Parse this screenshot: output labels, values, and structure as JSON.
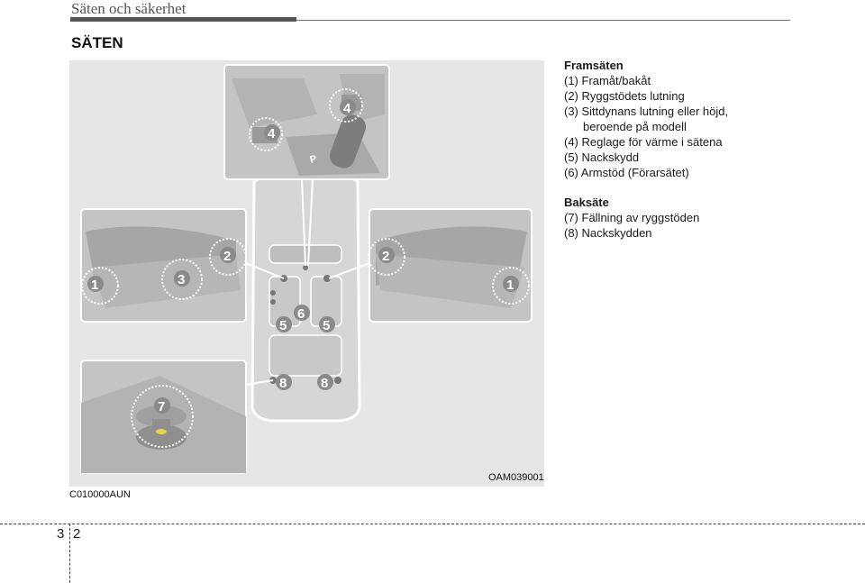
{
  "header": {
    "chapter_title": "Säten och säkerhet"
  },
  "section": {
    "title": "SÄTEN"
  },
  "illustration": {
    "code": "OAM039001",
    "callouts": [
      "1",
      "2",
      "3",
      "4",
      "5",
      "6",
      "7",
      "8"
    ],
    "gear_letter": "P"
  },
  "doc_code": "C010000AUN",
  "front_seats": {
    "heading": "Framsäten",
    "items": [
      "(1) Framåt/bakåt",
      "(2) Ryggstödets lutning",
      "(3) Sittdynans lutning eller höjd,",
      "beroende på modell",
      "(4) Reglage för värme i sätena",
      "(5) Nackskydd",
      "(6) Armstöd (Förarsätet)"
    ]
  },
  "rear_seats": {
    "heading": "Baksäte",
    "items": [
      "(7) Fällning av ryggstöden",
      "(8) Nackskydden"
    ]
  },
  "footer": {
    "chapter_number": "3",
    "page_number": "2"
  },
  "colors": {
    "illustration_bg": "#e6e6e6",
    "panel_fill": "#c4c4c4",
    "callout_fill": "#8a8a8a"
  }
}
